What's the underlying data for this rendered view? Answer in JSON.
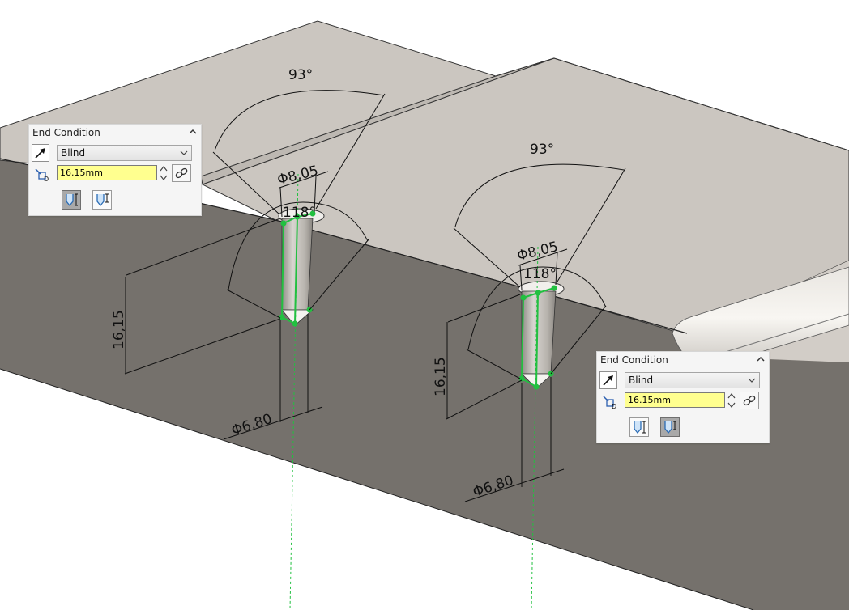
{
  "model": {
    "holes": [
      {
        "head_diameter": "Φ8,05",
        "countersink_angle": "93°",
        "drill_angle": "118°",
        "depth": "16,15",
        "hole_diameter": "Φ6,80"
      },
      {
        "head_diameter": "Φ8,05",
        "countersink_angle": "93°",
        "drill_angle": "118°",
        "depth": "16,15",
        "hole_diameter": "Φ6,80"
      }
    ]
  },
  "panels": [
    {
      "title": "End Condition",
      "condition": "Blind",
      "depth_value": "16.15mm",
      "active_option": 1
    },
    {
      "title": "End Condition",
      "condition": "Blind",
      "depth_value": "16.15mm",
      "active_option": 2
    }
  ],
  "icons": {
    "collapse": "chevron-up-icon",
    "direction": "reverse-direction-icon",
    "depth": "depth-icon",
    "link": "link-icon",
    "option_1": "to-hole-bottom-icon",
    "option_2": "to-shoulder-icon"
  },
  "colors": {
    "part_top": "#cbc6c0",
    "part_side": "#75716c",
    "sketch_green": "#22c040",
    "input_highlight": "#ffff8f"
  }
}
